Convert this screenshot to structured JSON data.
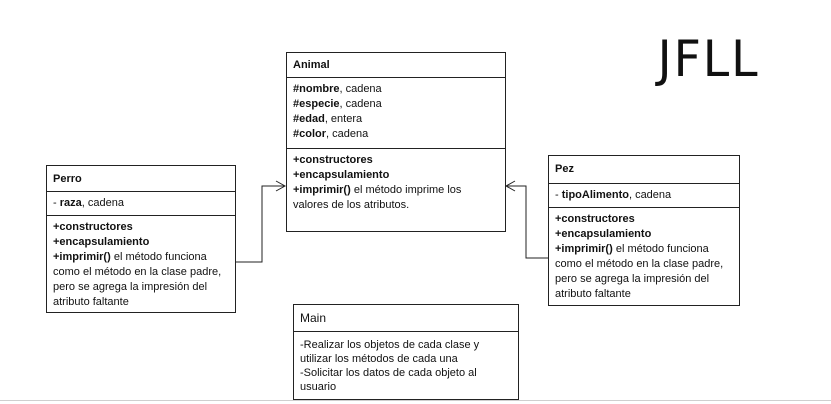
{
  "signature": "JFLL",
  "classes": {
    "animal": {
      "name": "Animal",
      "attributes": [
        {
          "prefix": "#",
          "name": "nombre",
          "type": ", cadena"
        },
        {
          "prefix": "#",
          "name": "especie",
          "type": ", cadena"
        },
        {
          "prefix": "#",
          "name": "edad",
          "type": ", entera"
        },
        {
          "prefix": "#",
          "name": "color",
          "type": ", cadena"
        }
      ],
      "methods": [
        {
          "name": "+constructores",
          "desc": ""
        },
        {
          "name": "+encapsulamiento",
          "desc": ""
        },
        {
          "name": "+imprimir()",
          "desc": "  el método imprime los valores de los atributos."
        }
      ]
    },
    "perro": {
      "name": "Perro",
      "attributes": [
        {
          "prefix": " - ",
          "name": "raza",
          "type": ", cadena"
        }
      ],
      "methods": [
        {
          "name": "+constructores",
          "desc": ""
        },
        {
          "name": "+encapsulamiento",
          "desc": ""
        },
        {
          "name": "+imprimir()",
          "desc": " el método funciona como el método en la clase padre, pero se agrega la impresión del atributo faltante"
        }
      ]
    },
    "pez": {
      "name": "Pez",
      "attributes": [
        {
          "prefix": " - ",
          "name": "tipoAlimento",
          "type": ", cadena"
        }
      ],
      "methods": [
        {
          "name": "+constructores",
          "desc": ""
        },
        {
          "name": "+encapsulamiento",
          "desc": ""
        },
        {
          "name": "+imprimir()",
          "desc": "  el método funciona como el método en la clase padre, pero se agrega la impresión del atributo faltante"
        }
      ]
    }
  },
  "main_box": {
    "title": "Main",
    "lines": [
      "-Realizar los objetos de cada clase y utilizar los métodos de cada una",
      "-Solicitar los datos  de cada objeto al usuario"
    ]
  }
}
